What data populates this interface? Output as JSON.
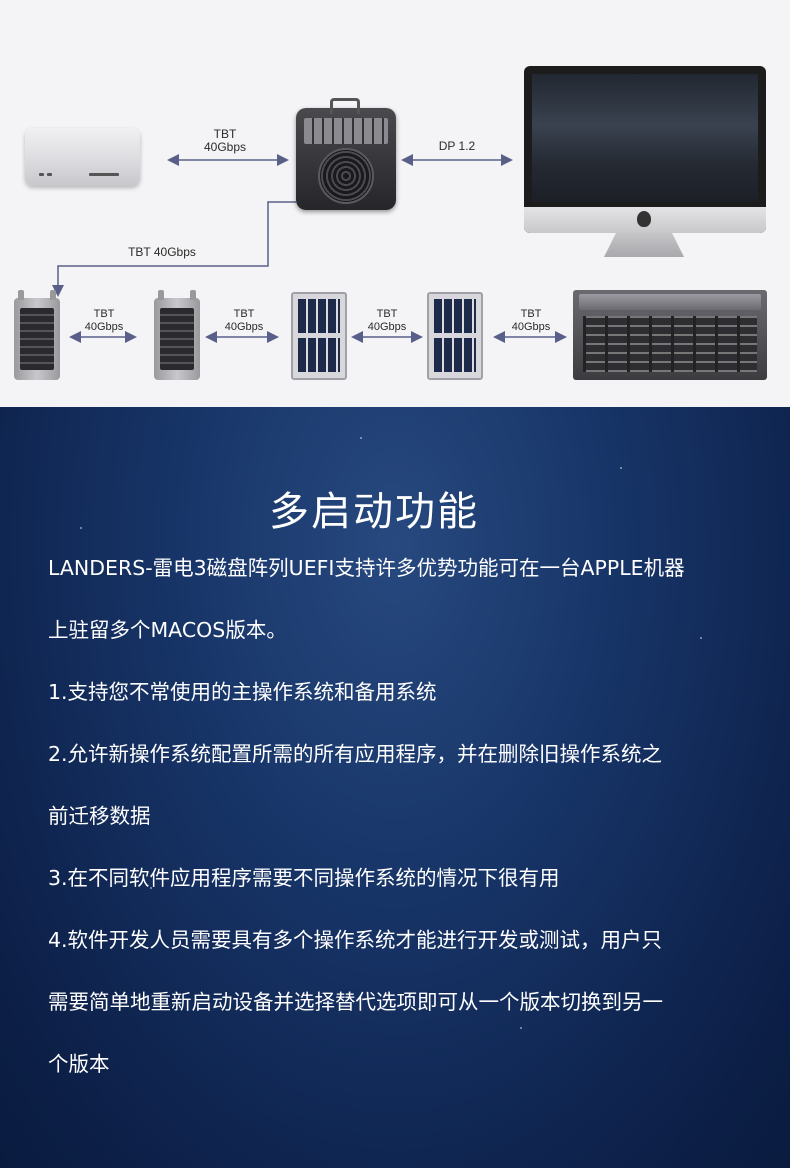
{
  "diagram": {
    "link_mac_to_enclosure": "TBT\n40Gbps",
    "link_enclosure_to_display": "DP 1.2",
    "link_enclosure_down": "TBT 40Gbps",
    "chain_links": [
      "TBT\n40Gbps",
      "TBT\n40Gbps",
      "TBT\n40Gbps",
      "TBT\n40Gbps"
    ]
  },
  "info": {
    "title": "多启动功能",
    "lines": [
      "LANDERS-雷电3磁盘阵列UEFI支持许多优势功能可在一台APPLE机器",
      "上驻留多个MACOS版本。",
      "1.支持您不常使用的主操作系统和备用系统",
      "2.允许新操作系统配置所需的所有应用程序，并在删除旧操作系统之",
      "前迁移数据",
      "3.在不同软件应用程序需要不同操作系统的情况下很有用",
      "4.软件开发人员需要具有多个操作系统才能进行开发或测试，用户只",
      "需要简单地重新启动设备并选择替代选项即可从一个版本切换到另一",
      "个版本"
    ]
  },
  "colors": {
    "diagram_bg": "#f4f4f6",
    "arrow": "#5a5f8a",
    "info_bg": "#173467",
    "text": "#ffffff"
  }
}
